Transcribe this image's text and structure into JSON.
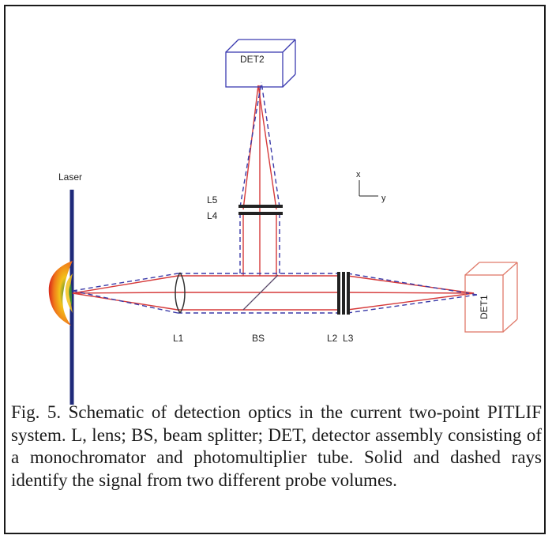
{
  "labels": {
    "laser": "Laser",
    "det1": "DET1",
    "det2": "DET2",
    "l1": "L1",
    "bs": "BS",
    "l2_l3": "L2  L3",
    "l5": "L5",
    "l4": "L4",
    "axis_x": "x",
    "axis_y": "y"
  },
  "caption": "Fig. 5. Schematic of detection optics in the current two-point PITLIF system.  L, lens; BS, beam splitter; DET, detector assembly consisting of a monochromator and photomultiplier tube.  Solid and dashed rays identify the signal from two different probe volumes.",
  "colors": {
    "solid_rays": "#d63a3a",
    "dashed_rays": "#3a3aa8",
    "laser_beam": "#1f2a7a",
    "det1_box": "#e07a6a",
    "det2_box": "#3b3bb0",
    "flame_outer": "#e53a1a",
    "flame_inner": "#f2c21a"
  }
}
